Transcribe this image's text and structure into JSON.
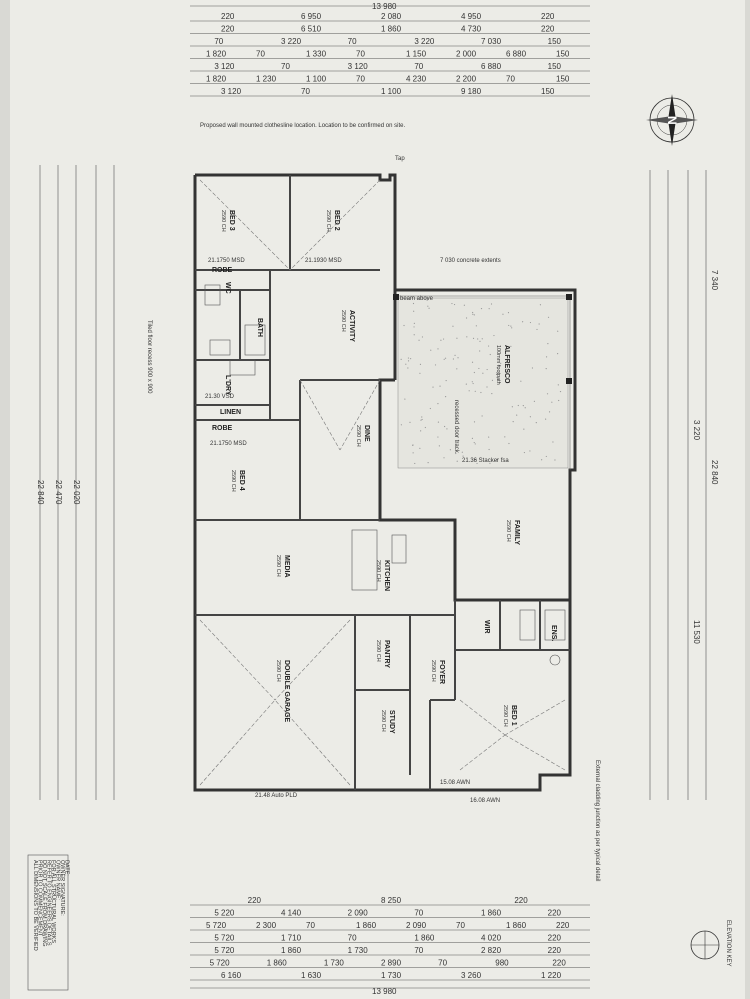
{
  "top_dims": {
    "overall": "13 980",
    "rows": [
      [
        "220",
        "6 950",
        "2 080",
        "4 950",
        "220"
      ],
      [
        "220",
        "6 510",
        "1 860",
        "4 730",
        "220"
      ],
      [
        "70",
        "3 220",
        "70",
        "3 220",
        "7 030",
        "150"
      ],
      [
        "1 820",
        "70",
        "1 330",
        "70",
        "1 150",
        "2 000",
        "6 880",
        "150"
      ],
      [
        "3 120",
        "70",
        "3 120",
        "70",
        "6 880",
        "150"
      ],
      [
        "1 820",
        "1 230",
        "1 100",
        "70",
        "4 230",
        "2 200",
        "70",
        "150"
      ],
      [
        "3 120",
        "70",
        "1 100",
        "9 180",
        "150"
      ]
    ]
  },
  "bottom_dims": {
    "overall": "13 980",
    "rows": [
      [
        "220",
        "8 250",
        "220"
      ],
      [
        "5 220",
        "4 140",
        "2 090",
        "70",
        "1 860",
        "220"
      ],
      [
        "5 720",
        "2 300",
        "70",
        "1 860",
        "2 090",
        "70",
        "1 860",
        "220"
      ],
      [
        "5 720",
        "1 710",
        "70",
        "1 860",
        "4 020",
        "220"
      ],
      [
        "5 720",
        "1 860",
        "1 730",
        "70",
        "2 820",
        "220"
      ],
      [
        "5 720",
        "1 860",
        "1 730",
        "2 890",
        "70",
        "980",
        "220"
      ],
      [
        "6 160",
        "1 630",
        "1 730",
        "3 260",
        "1 220"
      ]
    ]
  },
  "left_dims": {
    "overall": "22 840",
    "second": "22 470",
    "third": "22 020"
  },
  "right_dims": {
    "overall": "22 840",
    "second": "11 530",
    "third": "3 220",
    "fourth": "7 340"
  },
  "rooms": {
    "bed3": {
      "name": "BED 3",
      "sub": "2590 CH"
    },
    "bed2": {
      "name": "BED 2",
      "sub": "2590 CH"
    },
    "wc": {
      "name": "WC"
    },
    "bath": {
      "name": "BATH"
    },
    "activity": {
      "name": "ACTIVITY",
      "sub": "2590 CH"
    },
    "ldry": {
      "name": "L'DRY"
    },
    "linen": {
      "name": "LINEN"
    },
    "bed4": {
      "name": "BED 4",
      "sub": "2590 CH"
    },
    "dine": {
      "name": "DINE",
      "sub": "2590 CH"
    },
    "alfresco": {
      "name": "ALFRESCO",
      "sub": "100mm footpath"
    },
    "family": {
      "name": "FAMILY",
      "sub": "2590 CH"
    },
    "kitchen": {
      "name": "KITCHEN",
      "sub": "2590 CH"
    },
    "media": {
      "name": "MEDIA",
      "sub": "2590 CH"
    },
    "pantry": {
      "name": "PANTRY",
      "sub": "2590 CH"
    },
    "wir": {
      "name": "WIR"
    },
    "ens": {
      "name": "ENS."
    },
    "foyer": {
      "name": "FOYER",
      "sub": "2590 CH"
    },
    "bed1": {
      "name": "BED 1",
      "sub": "2590 CH"
    },
    "study": {
      "name": "STUDY",
      "sub": "2590 CH"
    },
    "garage": {
      "name": "DOUBLE GARAGE",
      "sub": "2590 CH"
    },
    "robe_a": {
      "name": "ROBE"
    },
    "robe_b": {
      "name": "ROBE"
    }
  },
  "notes": {
    "clothesline": "Proposed wall mounted clothesline location. Location to be confirmed on site.",
    "concrete": "7 030 concrete extents",
    "beam": "beam above",
    "stacker": "21.36 Stacker fsa",
    "recessed": "recessed door track",
    "msd1": "21.1750 MSD",
    "msd2": "21.1930 MSD",
    "msd3": "21.1750 MSD",
    "vsd": "21.30 VSD",
    "garage_pld": "21.48 Auto PLD",
    "awn1": "15.08 AWN",
    "awn2": "16.08 AWN",
    "tap": "Tap",
    "elevation": "ELEVATION KEY",
    "north": "N",
    "tiled_bath": "Tiled floor recess 900 x 900",
    "ensuite_cladding": "External cladding junction as per typical detail"
  },
  "title_block_lines": [
    "ALL DIMENSIONS TO BE VERIFIED",
    "PRIOR TO COMMENCEMENT",
    "DO NOT SCALE FROM DRAWING",
    "REFER TO ENGINEERS DETAILS",
    "FOR ALL STRUCTURAL WORKS",
    "OWNER NAME:",
    "OWNER SIGNATURE:",
    "DATE:"
  ]
}
